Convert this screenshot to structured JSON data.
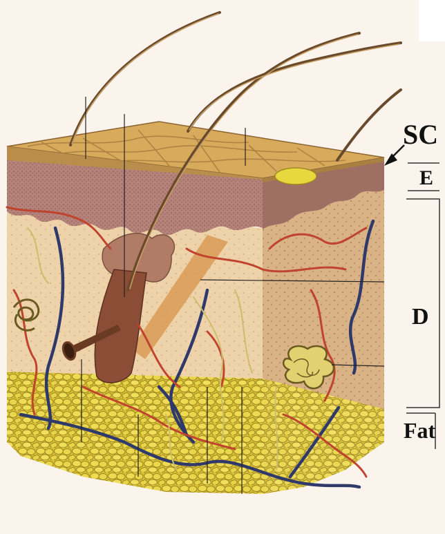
{
  "labels": {
    "sc": "SC",
    "e": "E",
    "d": "D",
    "fat": "Fat"
  },
  "colors": {
    "background": "#faf3ea",
    "surface": "#d6a95a",
    "epidermis": "#a9776a",
    "dermis": "#eccfa6",
    "fat": "#e2cc3c",
    "artery": "#c0432e",
    "vein": "#2e3a6a",
    "hair": "#6a4a2c",
    "nerve": "#cdbd6a"
  }
}
